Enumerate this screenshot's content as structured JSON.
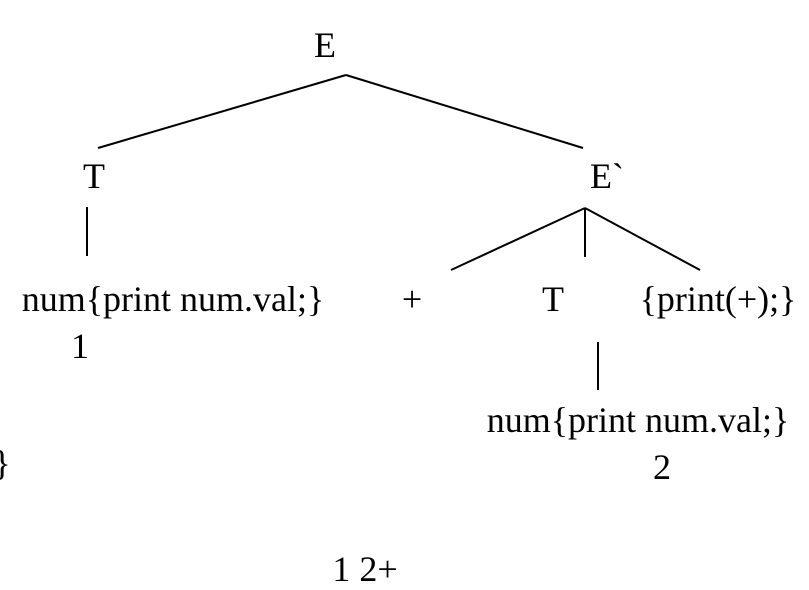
{
  "tree": {
    "root": "E",
    "left_child": "T",
    "right_child": "E`",
    "left_leaf": "num{print num.val;}",
    "left_leaf_value": "1",
    "plus": "+",
    "right_T": "T",
    "right_action": "{print(+);}",
    "right_leaf": "num{print num.val;}",
    "right_leaf_value": "2",
    "partial_brace": "}"
  },
  "output": "1 2+"
}
